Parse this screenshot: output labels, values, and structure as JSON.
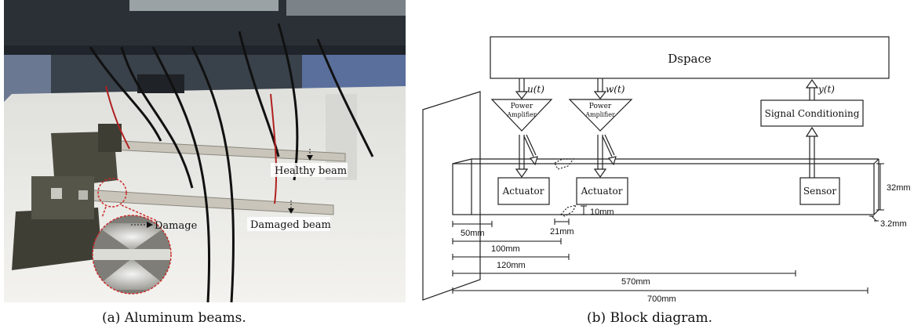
{
  "photo": {
    "label_healthy": "Healthy beam",
    "label_damaged": "Damaged beam",
    "label_damage": "Damage"
  },
  "diagram": {
    "dspace": "Dspace",
    "u_signal": "u(t)",
    "w_signal": "w(t)",
    "y_signal": "y(t)",
    "amp1_line1": "Power",
    "amp1_line2": "Amplifier",
    "amp2_line1": "Power",
    "amp2_line2": "Amplifier",
    "signal_conditioning": "Signal Conditioning",
    "actuator1": "Actuator",
    "actuator2": "Actuator",
    "sensor": "Sensor",
    "dim_height": "32mm",
    "dim_thickness": "3.2mm",
    "dim_notch": "10mm",
    "dim_21": "21mm",
    "dim_50": "50mm",
    "dim_100": "100mm",
    "dim_120": "120mm",
    "dim_570": "570mm",
    "dim_700": "700mm"
  },
  "captions": {
    "a": "(a) Aluminum beams.",
    "b": "(b) Block diagram."
  },
  "colors": {
    "table": "#eceae4",
    "floor_blue": "#5a6f9c",
    "dark_stand": "#1b1e23",
    "clamp": "#4b4a3f",
    "beam": "#c9c5ba",
    "damage_ring": "#cc2b2b"
  }
}
